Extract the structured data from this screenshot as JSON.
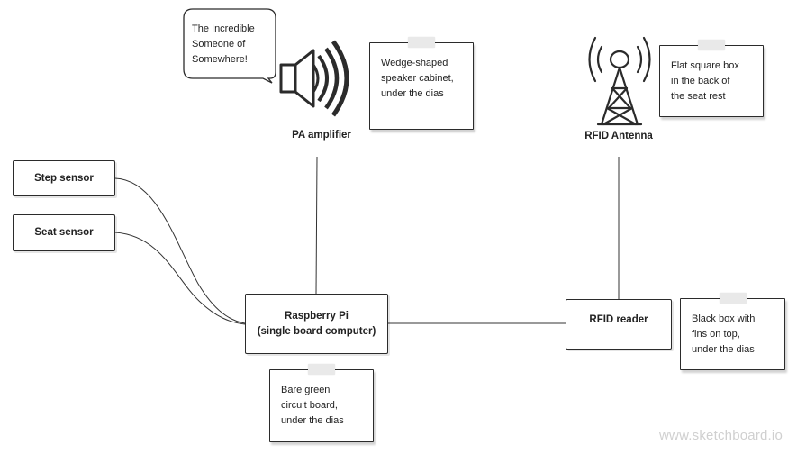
{
  "nodes": {
    "step_sensor": "Step sensor",
    "seat_sensor": "Seat sensor",
    "raspberry_pi": "Raspberry Pi\n(single board computer)",
    "rfid_reader": "RFID reader",
    "pa_amplifier": "PA amplifier",
    "rfid_antenna": "RFID Antenna"
  },
  "notes": {
    "speaker": "Wedge-shaped\nspeaker cabinet,\nunder the dias",
    "antenna": "Flat square box\nin the back of\nthe seat rest",
    "reader": "Black box with\nfins on top,\nunder the dias",
    "pi": "Bare green\ncircuit board,\nunder the dias"
  },
  "speech_bubble": "The Incredible\nSomeone of\nSomewhere!",
  "icons": {
    "speaker": "speaker-icon",
    "antenna": "antenna-tower-icon"
  },
  "watermark": "www.sketchboard.io"
}
